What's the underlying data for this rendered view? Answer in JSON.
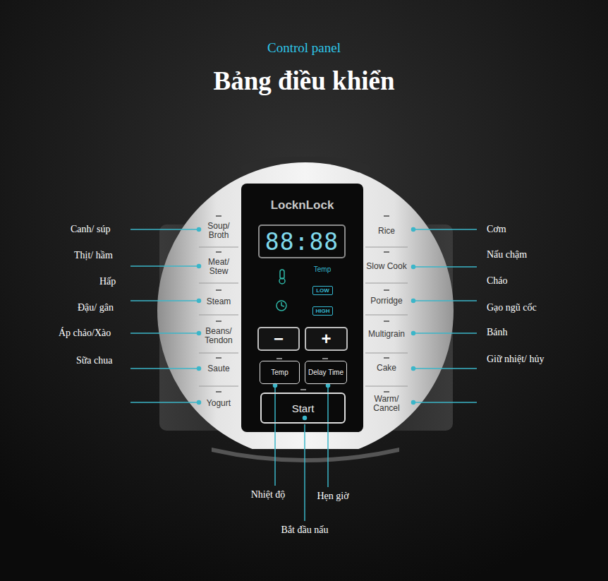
{
  "diagram": {
    "title": "Bảng điều khiển",
    "nodes": [
      {
        "text": [
          "LocknLock"
        ]
      },
      {
        "text": [
          "88:88"
        ],
        "in": 0
      },
      {
        "text": [
          "LOW"
        ],
        "in": 0
      },
      {
        "text": [
          "HIGH"
        ],
        "in": 0
      },
      {
        "text": [
          "−"
        ],
        "in": 0
      },
      {
        "text": [
          "+"
        ],
        "in": 0
      },
      {
        "text": [
          "Temp"
        ],
        "in": 0
      },
      {
        "text": [
          "Delay Time"
        ],
        "in": 0
      },
      {
        "text": [
          "Start"
        ],
        "in": 0
      }
    ],
    "labels": [
      "Control panel",
      "Soup/ Broth",
      "Meat/ Stew",
      "Steam",
      "Beans/ Tendon",
      "Saute",
      "Yogurt",
      "Rice",
      "Slow Cook",
      "Porridge",
      "Multigrain",
      "Cake",
      "Warm/ Cancel",
      "Temp",
      "Canh/ súp",
      "Thịt/ hầm",
      "Hấp",
      "Đậu/ gân",
      "Áp chảo/Xào",
      "Sữa chua",
      "Cơm",
      "Nấu chậm",
      "Cháo",
      "Gạo ngũ cốc",
      "Bánh",
      "Giữ nhiệt/ hủy",
      "Nhiệt độ",
      "Hẹn giờ",
      "Bắt đầu nấu"
    ]
  }
}
